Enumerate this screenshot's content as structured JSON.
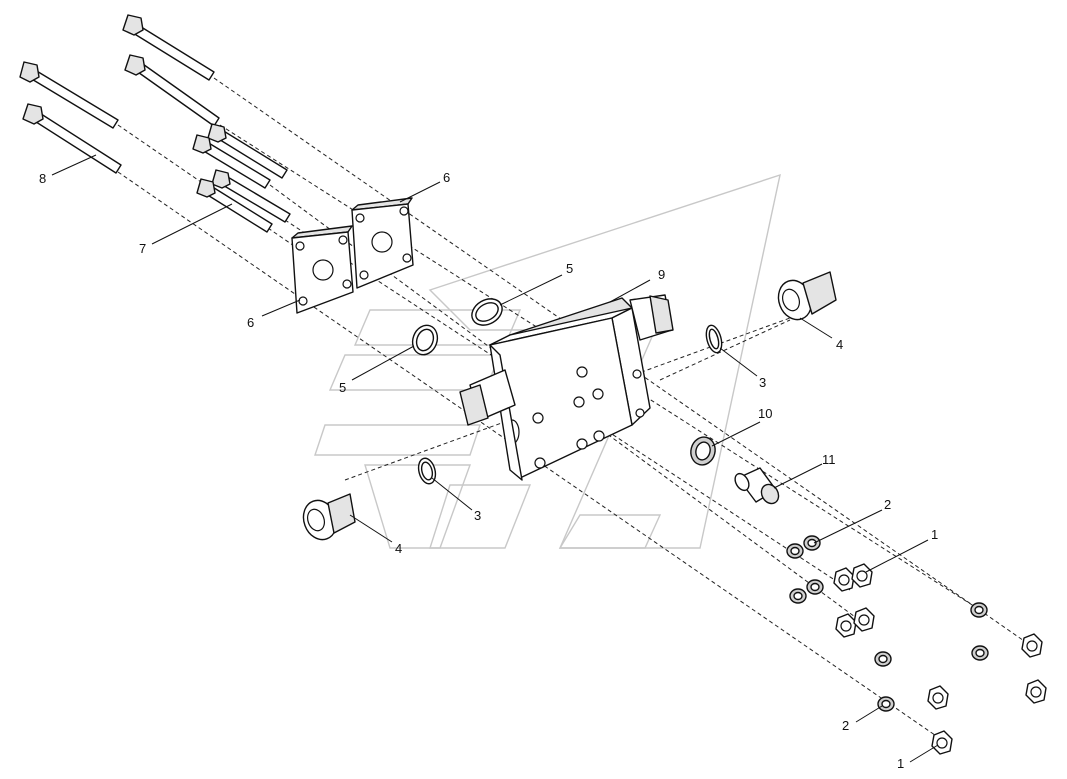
{
  "callouts": {
    "c1_top": "1",
    "c1_bottom": "1",
    "c2_top": "2",
    "c2_bottom": "2",
    "c3_right": "3",
    "c3_left": "3",
    "c4_right": "4",
    "c4_left": "4",
    "c5_top": "5",
    "c5_left": "5",
    "c6_top": "6",
    "c6_left": "6",
    "c7": "7",
    "c8": "8",
    "c9": "9",
    "c10": "10",
    "c11": "11"
  }
}
